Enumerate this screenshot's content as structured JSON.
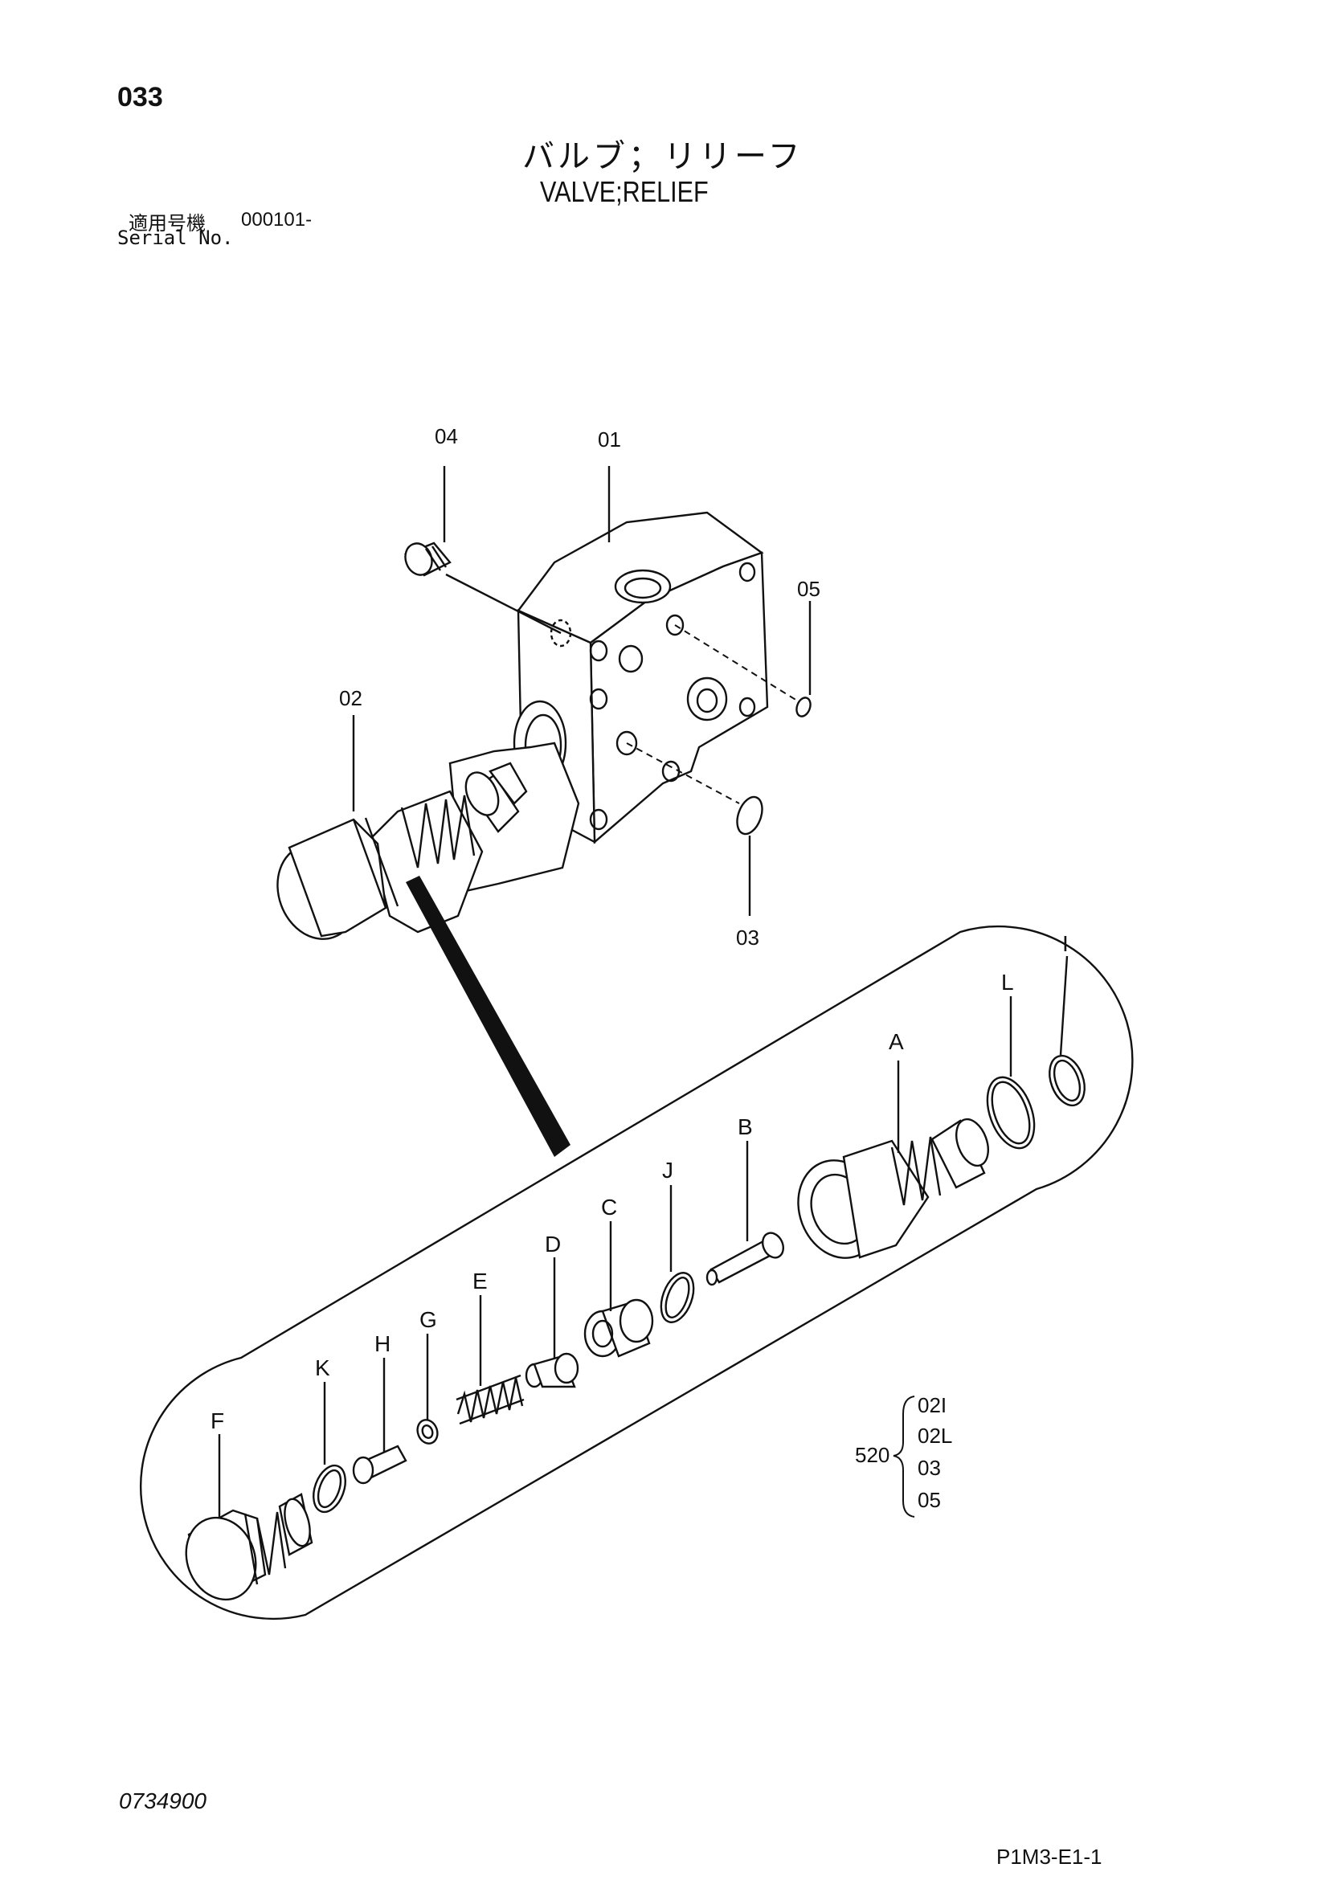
{
  "page_number": "033",
  "title_jp": "バルブ；リリーフ",
  "title_en": "VALVE;RELIEF",
  "serial_label_jp": "適用号機",
  "serial_value": "000101-",
  "serial_label_en": "Serial No.",
  "callouts": {
    "p01": "01",
    "p02": "02",
    "p03": "03",
    "p04": "04",
    "p05": "05",
    "A": "A",
    "B": "B",
    "C": "C",
    "D": "D",
    "E": "E",
    "F": "F",
    "G": "G",
    "H": "H",
    "I": "I",
    "J": "J",
    "K": "K",
    "L": "L"
  },
  "kit": {
    "code": "520",
    "items": [
      "02I",
      "02L",
      "03",
      "05"
    ]
  },
  "footer_left": "0734900",
  "footer_right": "P1M3-E1-1"
}
